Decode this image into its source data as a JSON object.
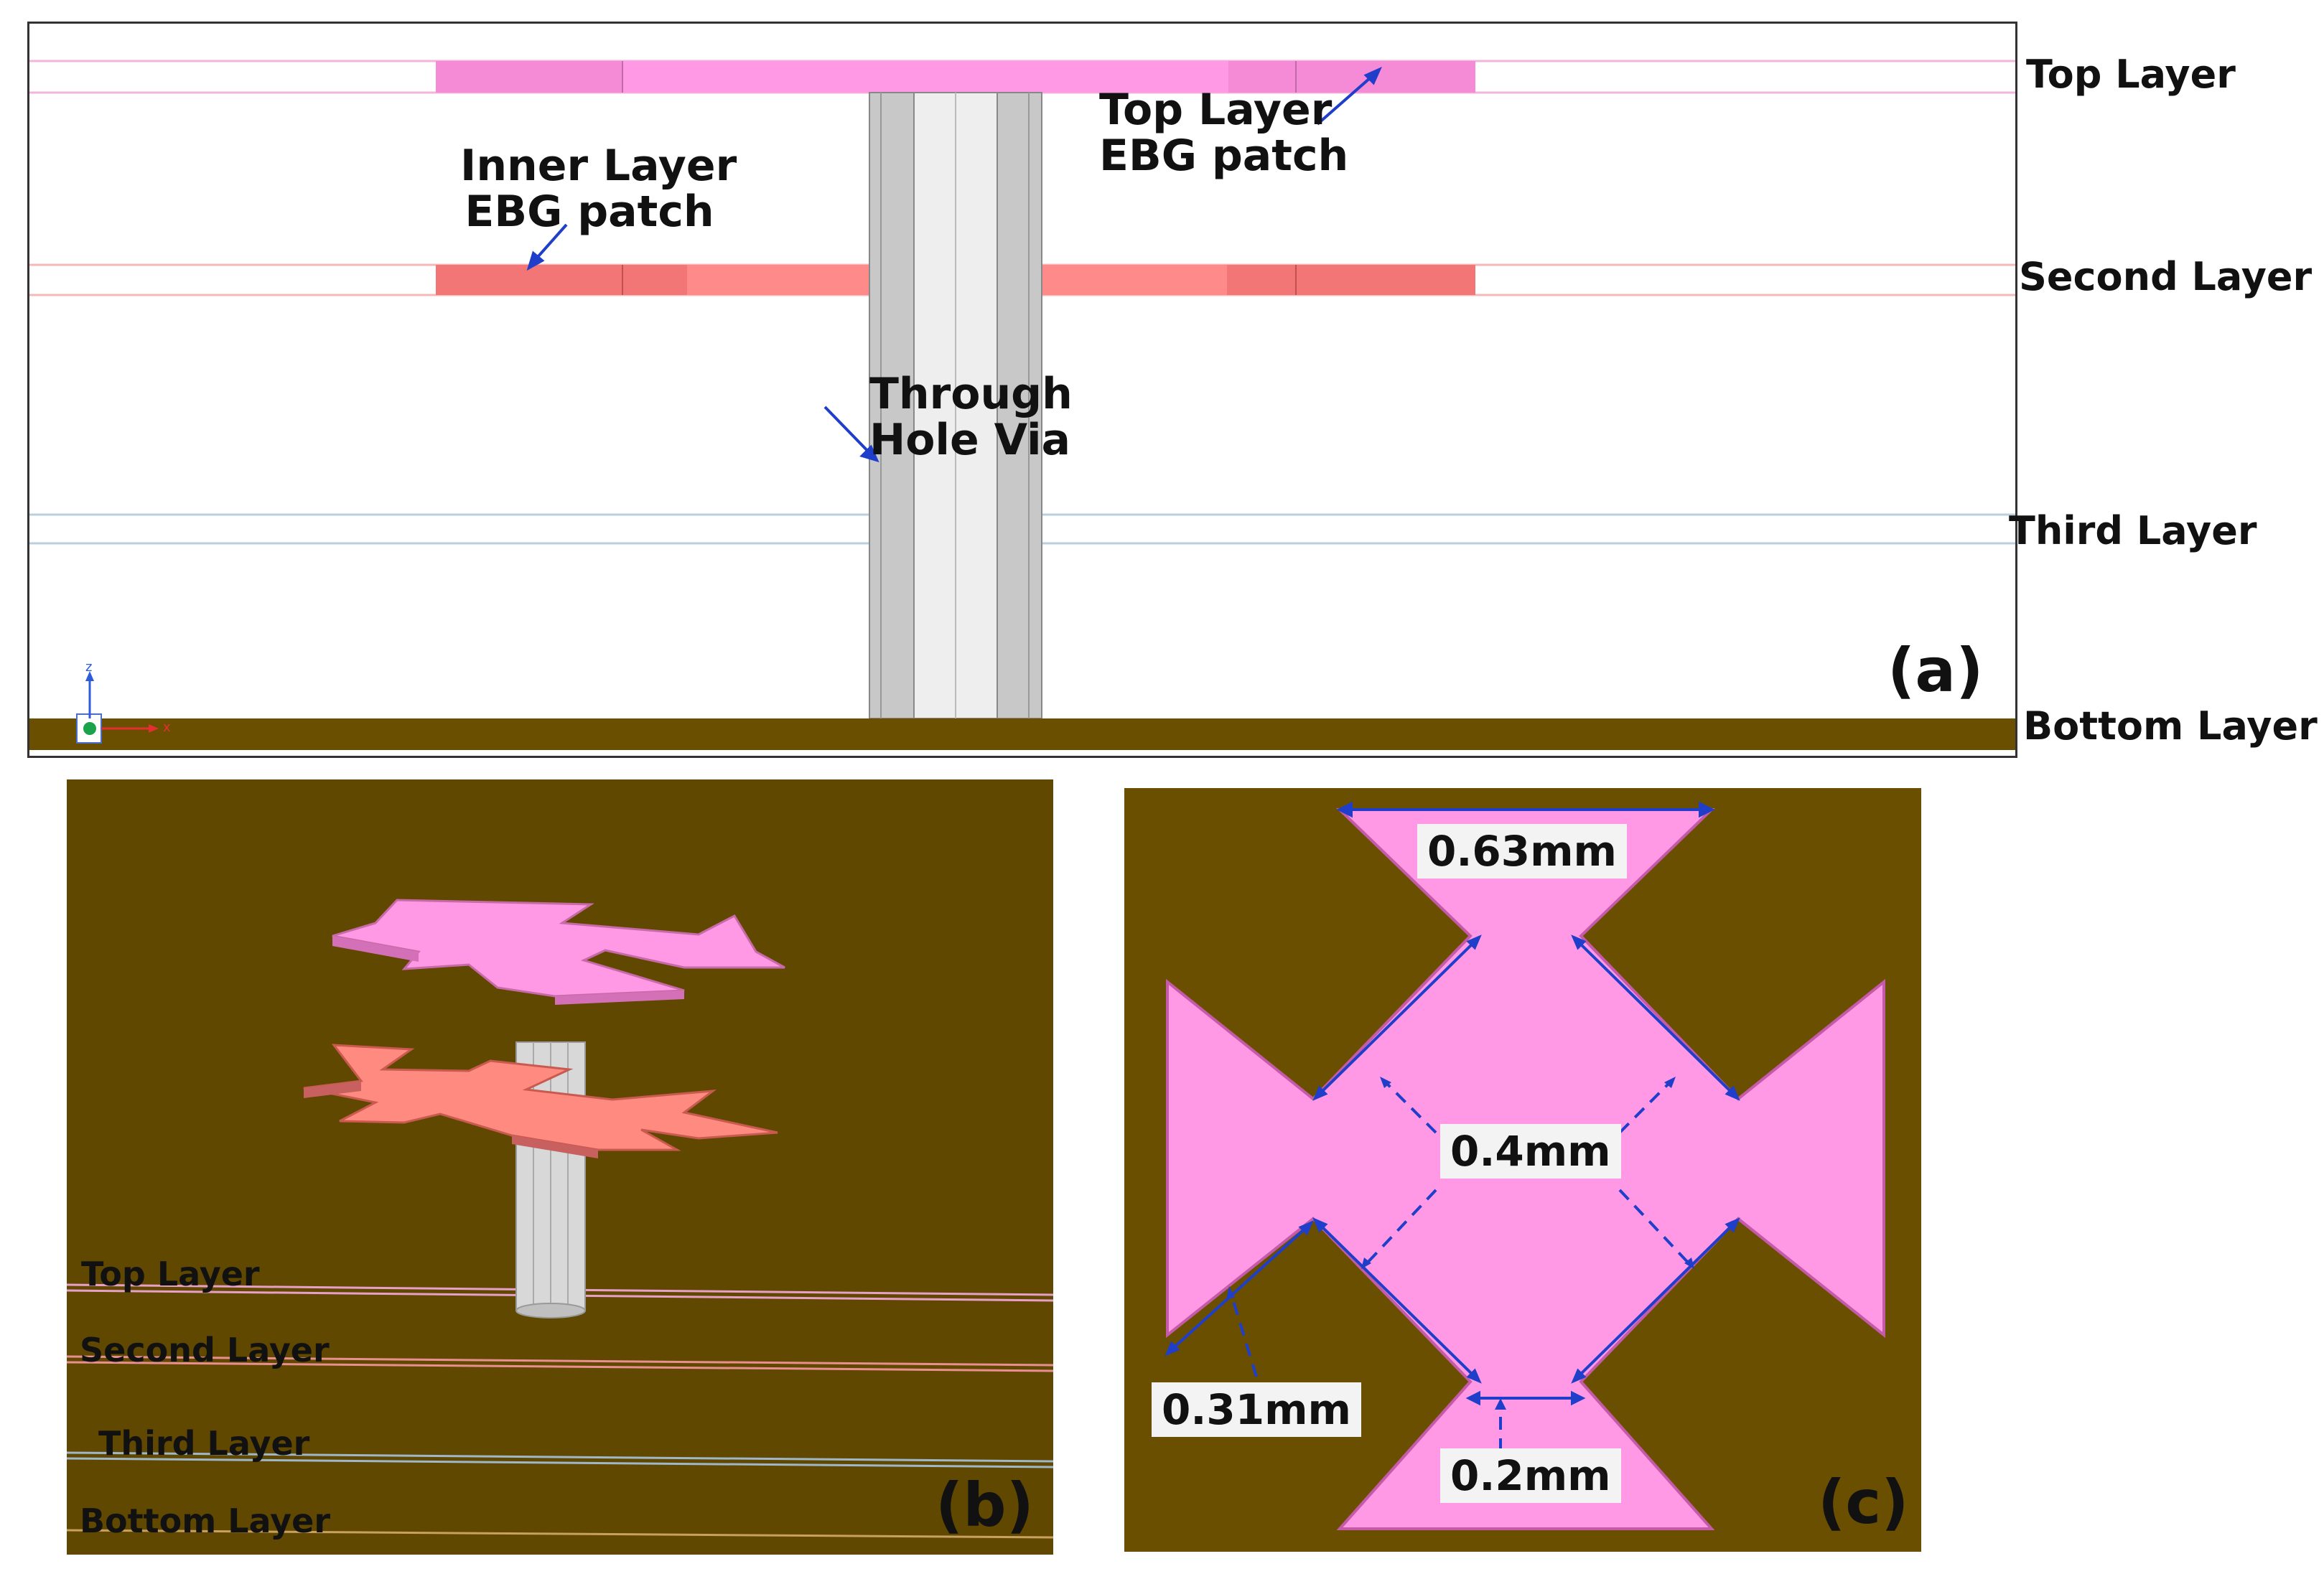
{
  "panel_a": {
    "layer_labels": {
      "top": "Top Layer",
      "second": "Second Layer",
      "third": "Third Layer",
      "bottom": "Bottom  Layer"
    },
    "annotations": {
      "inner_patch": [
        "Inner Layer",
        "EBG patch"
      ],
      "top_patch": [
        "Top Layer",
        "EBG patch"
      ],
      "via": [
        "Through",
        "Hole Via"
      ]
    },
    "axis": {
      "z": "z",
      "x": "x"
    },
    "letter": "(a)"
  },
  "panel_b": {
    "layer_labels": {
      "top": "Top Layer",
      "second": "Second Layer",
      "third": "Third Layer",
      "bottom": "Bottom Layer"
    },
    "letter": "(b)"
  },
  "panel_c": {
    "dimensions": {
      "top_edge": "0.63mm",
      "side": "0.4mm",
      "notch": "0.31mm",
      "neck": "0.2mm"
    },
    "letter": "(c)"
  },
  "colors": {
    "top_patch": "#ff99e6",
    "inner_patch": "#ff8a8a",
    "substrate": "#6b4f00",
    "via": "#c8c8c8",
    "arrow": "#1f3ec9"
  }
}
